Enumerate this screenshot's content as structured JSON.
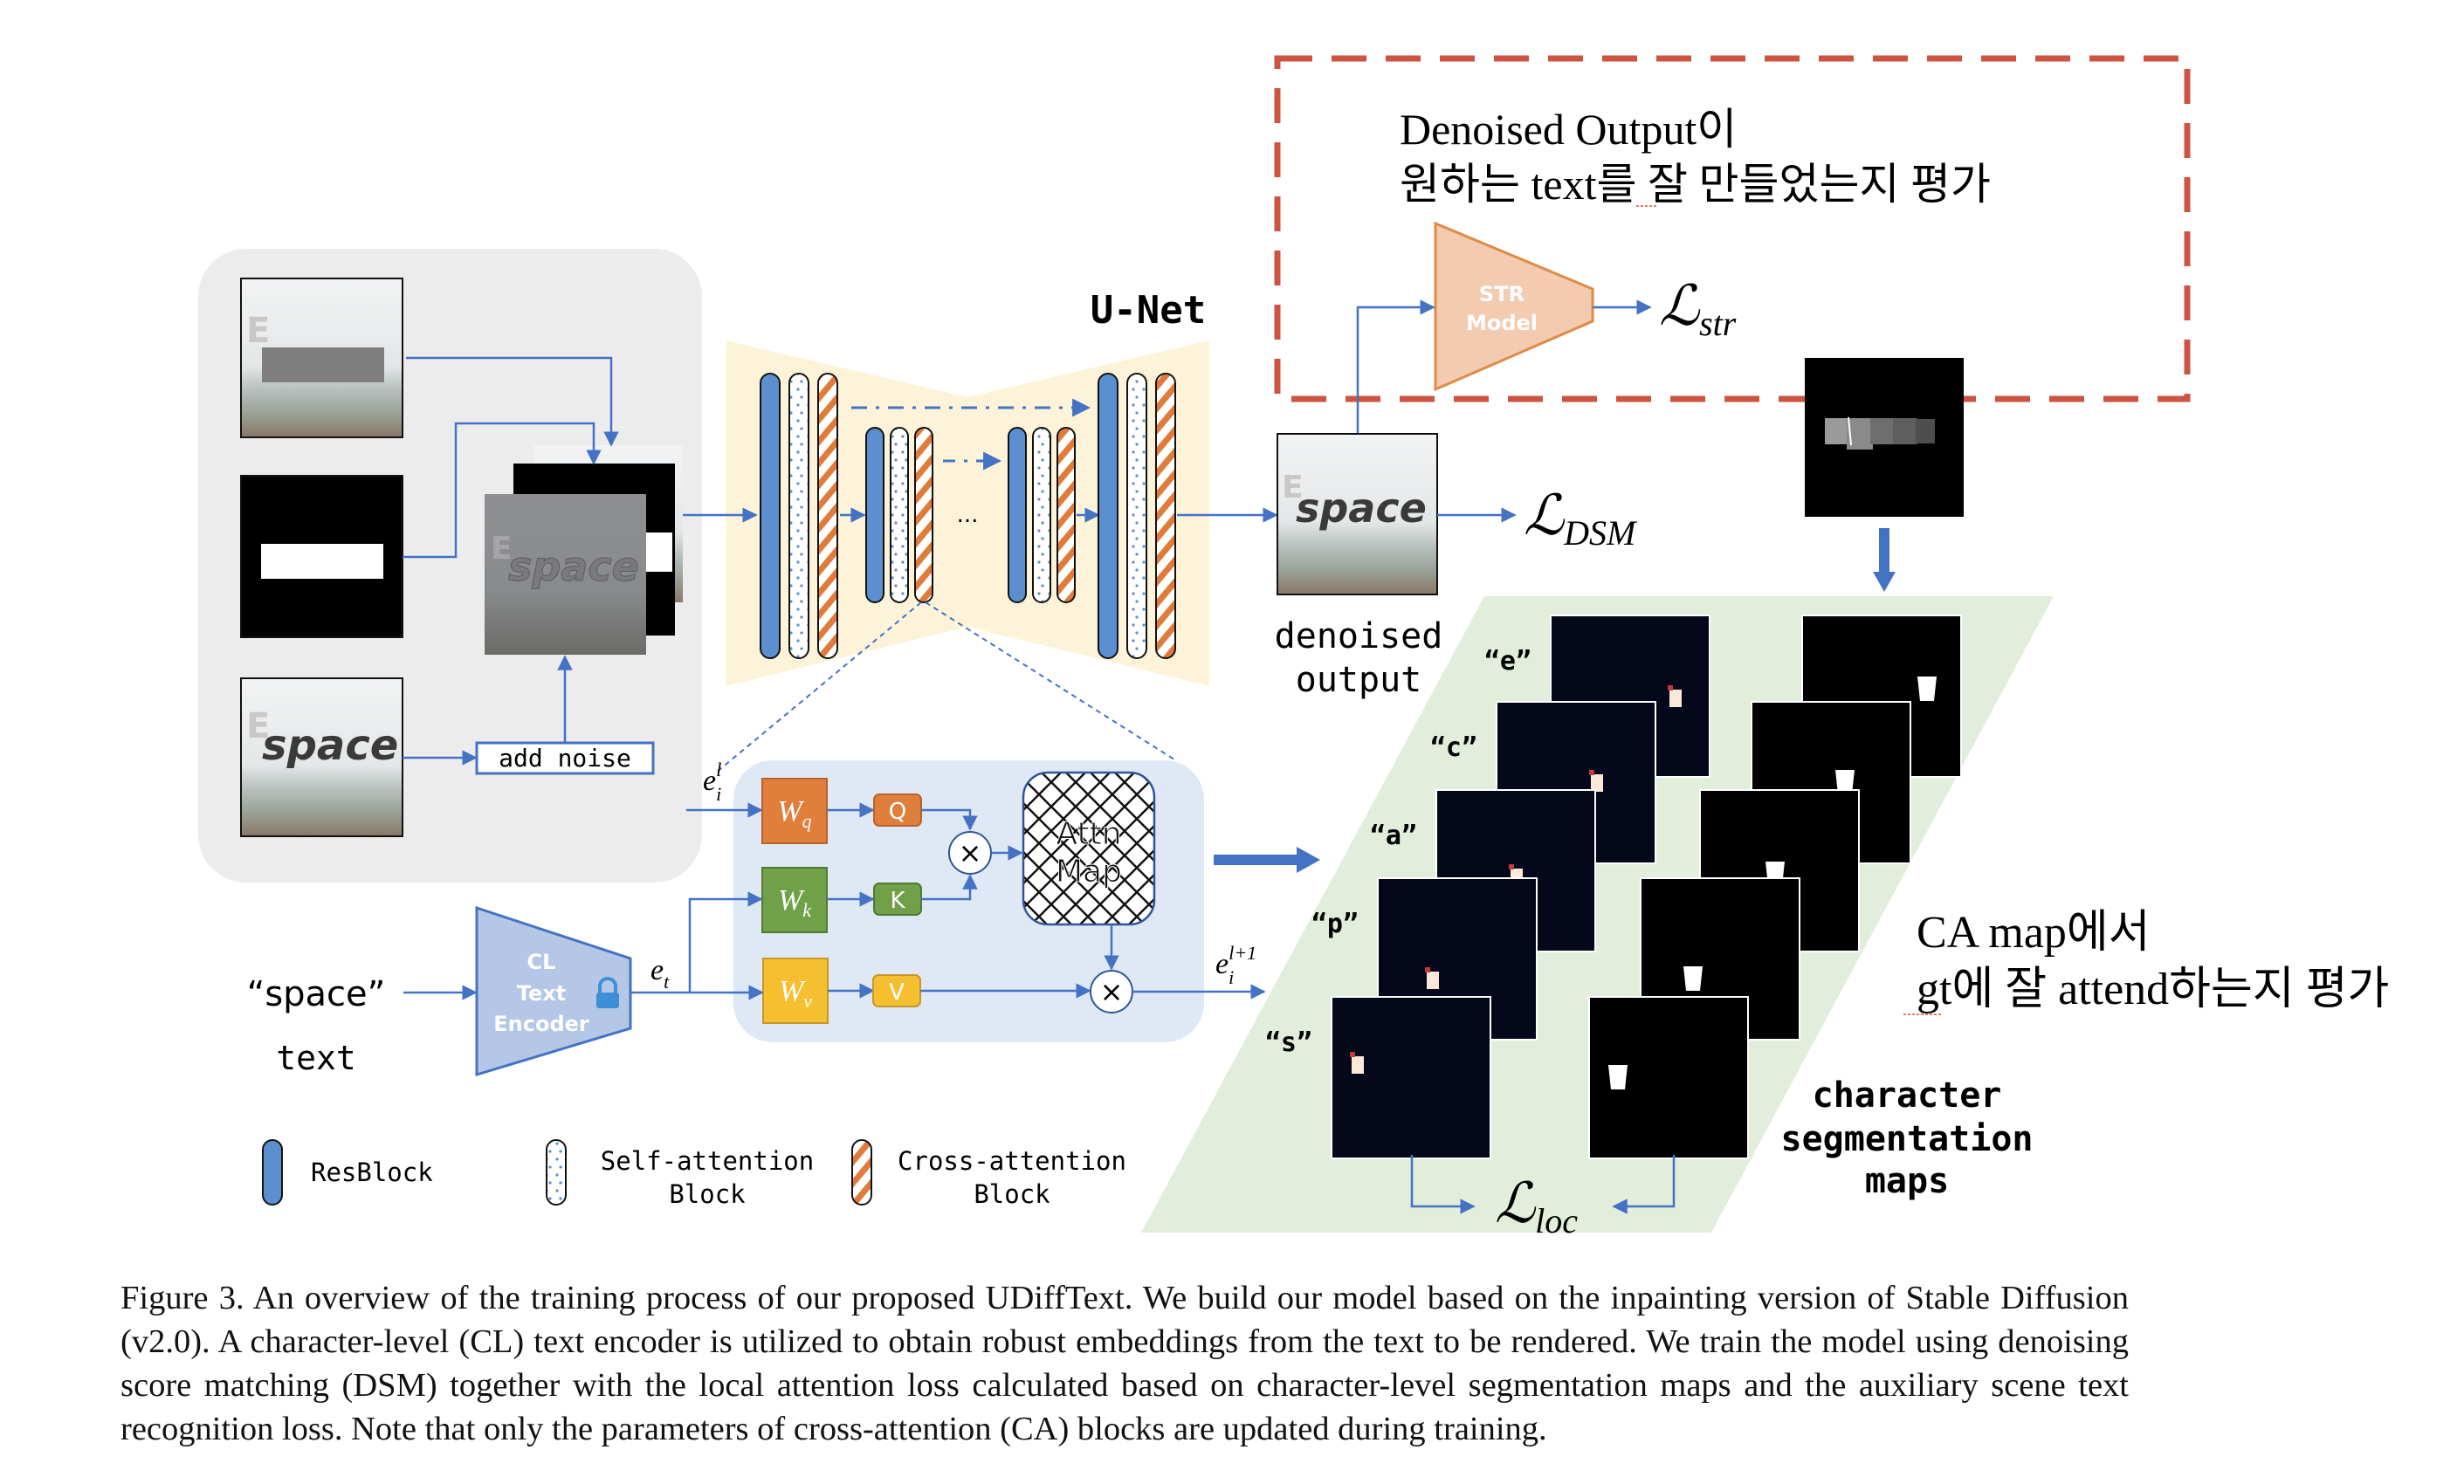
{
  "figure": {
    "unet_title": "U-Net",
    "ellipsis": "...",
    "add_noise_label": "add noise",
    "input_text_quoted": "“space”",
    "input_text_label": "text",
    "text_encoder": {
      "line1": "CL",
      "line2": "Text",
      "line3": "Encoder",
      "lock_icon": "lock-icon"
    },
    "embedding_labels": {
      "e_t": "e",
      "e_t_sub": "t",
      "e_il": "e",
      "e_il_sub": "i",
      "e_il_sup": "l",
      "e_il1": "e",
      "e_il1_sub": "i",
      "e_il1_sup": "l+1"
    },
    "attention": {
      "wq": "W",
      "wq_sub": "q",
      "wk": "W",
      "wk_sub": "k",
      "wv": "W",
      "wv_sub": "v",
      "q": "Q",
      "k": "K",
      "v": "V",
      "multiply": "×",
      "attn_map_line1": "Attn",
      "attn_map_line2": "Map"
    },
    "str_model": {
      "line1": "STR",
      "line2": "Model"
    },
    "losses": {
      "l_symbol": "ℒ",
      "str_sub": "str",
      "dsm_sub": "DSM",
      "loc_sub": "loc"
    },
    "denoised_output": {
      "line1": "denoised",
      "line2": "output"
    },
    "sample_word": "space",
    "char_labels": [
      "“e”",
      "“c”",
      "“a”",
      "“p”",
      "“s”"
    ],
    "seg_maps_label": {
      "line1": "character",
      "line2": "segmentation",
      "line3": "maps"
    },
    "legend": [
      {
        "label": "ResBlock",
        "label2": ""
      },
      {
        "label": "Self-attention",
        "label2": "Block"
      },
      {
        "label": "Cross-attention",
        "label2": "Block"
      }
    ],
    "annotations": {
      "str_note_line1": "Denoised Output이",
      "str_note_line2": "원하는 text를 잘 만들었는지 평가",
      "ca_note_line1": "CA map에서",
      "ca_note_line2": "gt에 잘 attend하는지 평가"
    },
    "colors": {
      "arrow_blue": "#4472c4",
      "resblock_blue": "#5b8fcf",
      "cross_orange": "#e07b39",
      "unet_bg": "#fdf3d9",
      "panel_gray": "#ececec",
      "attn_panel": "#dfe9f5",
      "wq_orange": "#e07f3c",
      "wk_green": "#70a048",
      "wv_yellow": "#f5bf30",
      "str_fill": "#f3cbb0",
      "str_stroke": "#e08a45",
      "encoder_fill": "#b4c7e7",
      "red_dash": "#cc5441",
      "green_plane": "#e2eedb"
    }
  },
  "caption": "Figure 3. An overview of the training process of our proposed UDiffText. We build our model based on the inpainting version of Stable Diffusion (v2.0). A character-level (CL) text encoder is utilized to obtain robust embeddings from the text to be rendered. We train the model using denoising score matching (DSM) together with the local attention loss calculated based on character-level segmentation maps and the auxiliary scene text recognition loss. Note that only the parameters of cross-attention (CA) blocks are updated during training."
}
